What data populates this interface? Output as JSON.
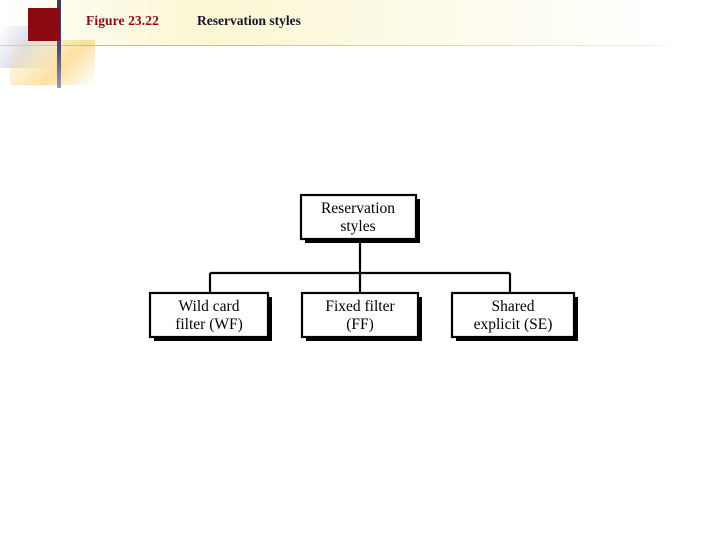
{
  "header": {
    "figure_label": "Figure 23.22",
    "caption": "Reservation styles",
    "title_color": "#8b0a12",
    "caption_color": "#15152e",
    "block_color": "#8b0a12",
    "bar_color": "#3a3a63"
  },
  "diagram": {
    "type": "tree",
    "root": {
      "id": "root",
      "lines": [
        "Reservation",
        "styles"
      ]
    },
    "children": [
      {
        "id": "wf",
        "lines": [
          "Wild card",
          "filter (WF)"
        ]
      },
      {
        "id": "ff",
        "lines": [
          "Fixed filter",
          "(FF)"
        ]
      },
      {
        "id": "se",
        "lines": [
          "Shared",
          "explicit (SE)"
        ]
      }
    ],
    "style": {
      "box_fill": "#ffffff",
      "box_stroke": "#000000",
      "shadow_fill": "#000000",
      "connector_stroke": "#000000"
    }
  }
}
